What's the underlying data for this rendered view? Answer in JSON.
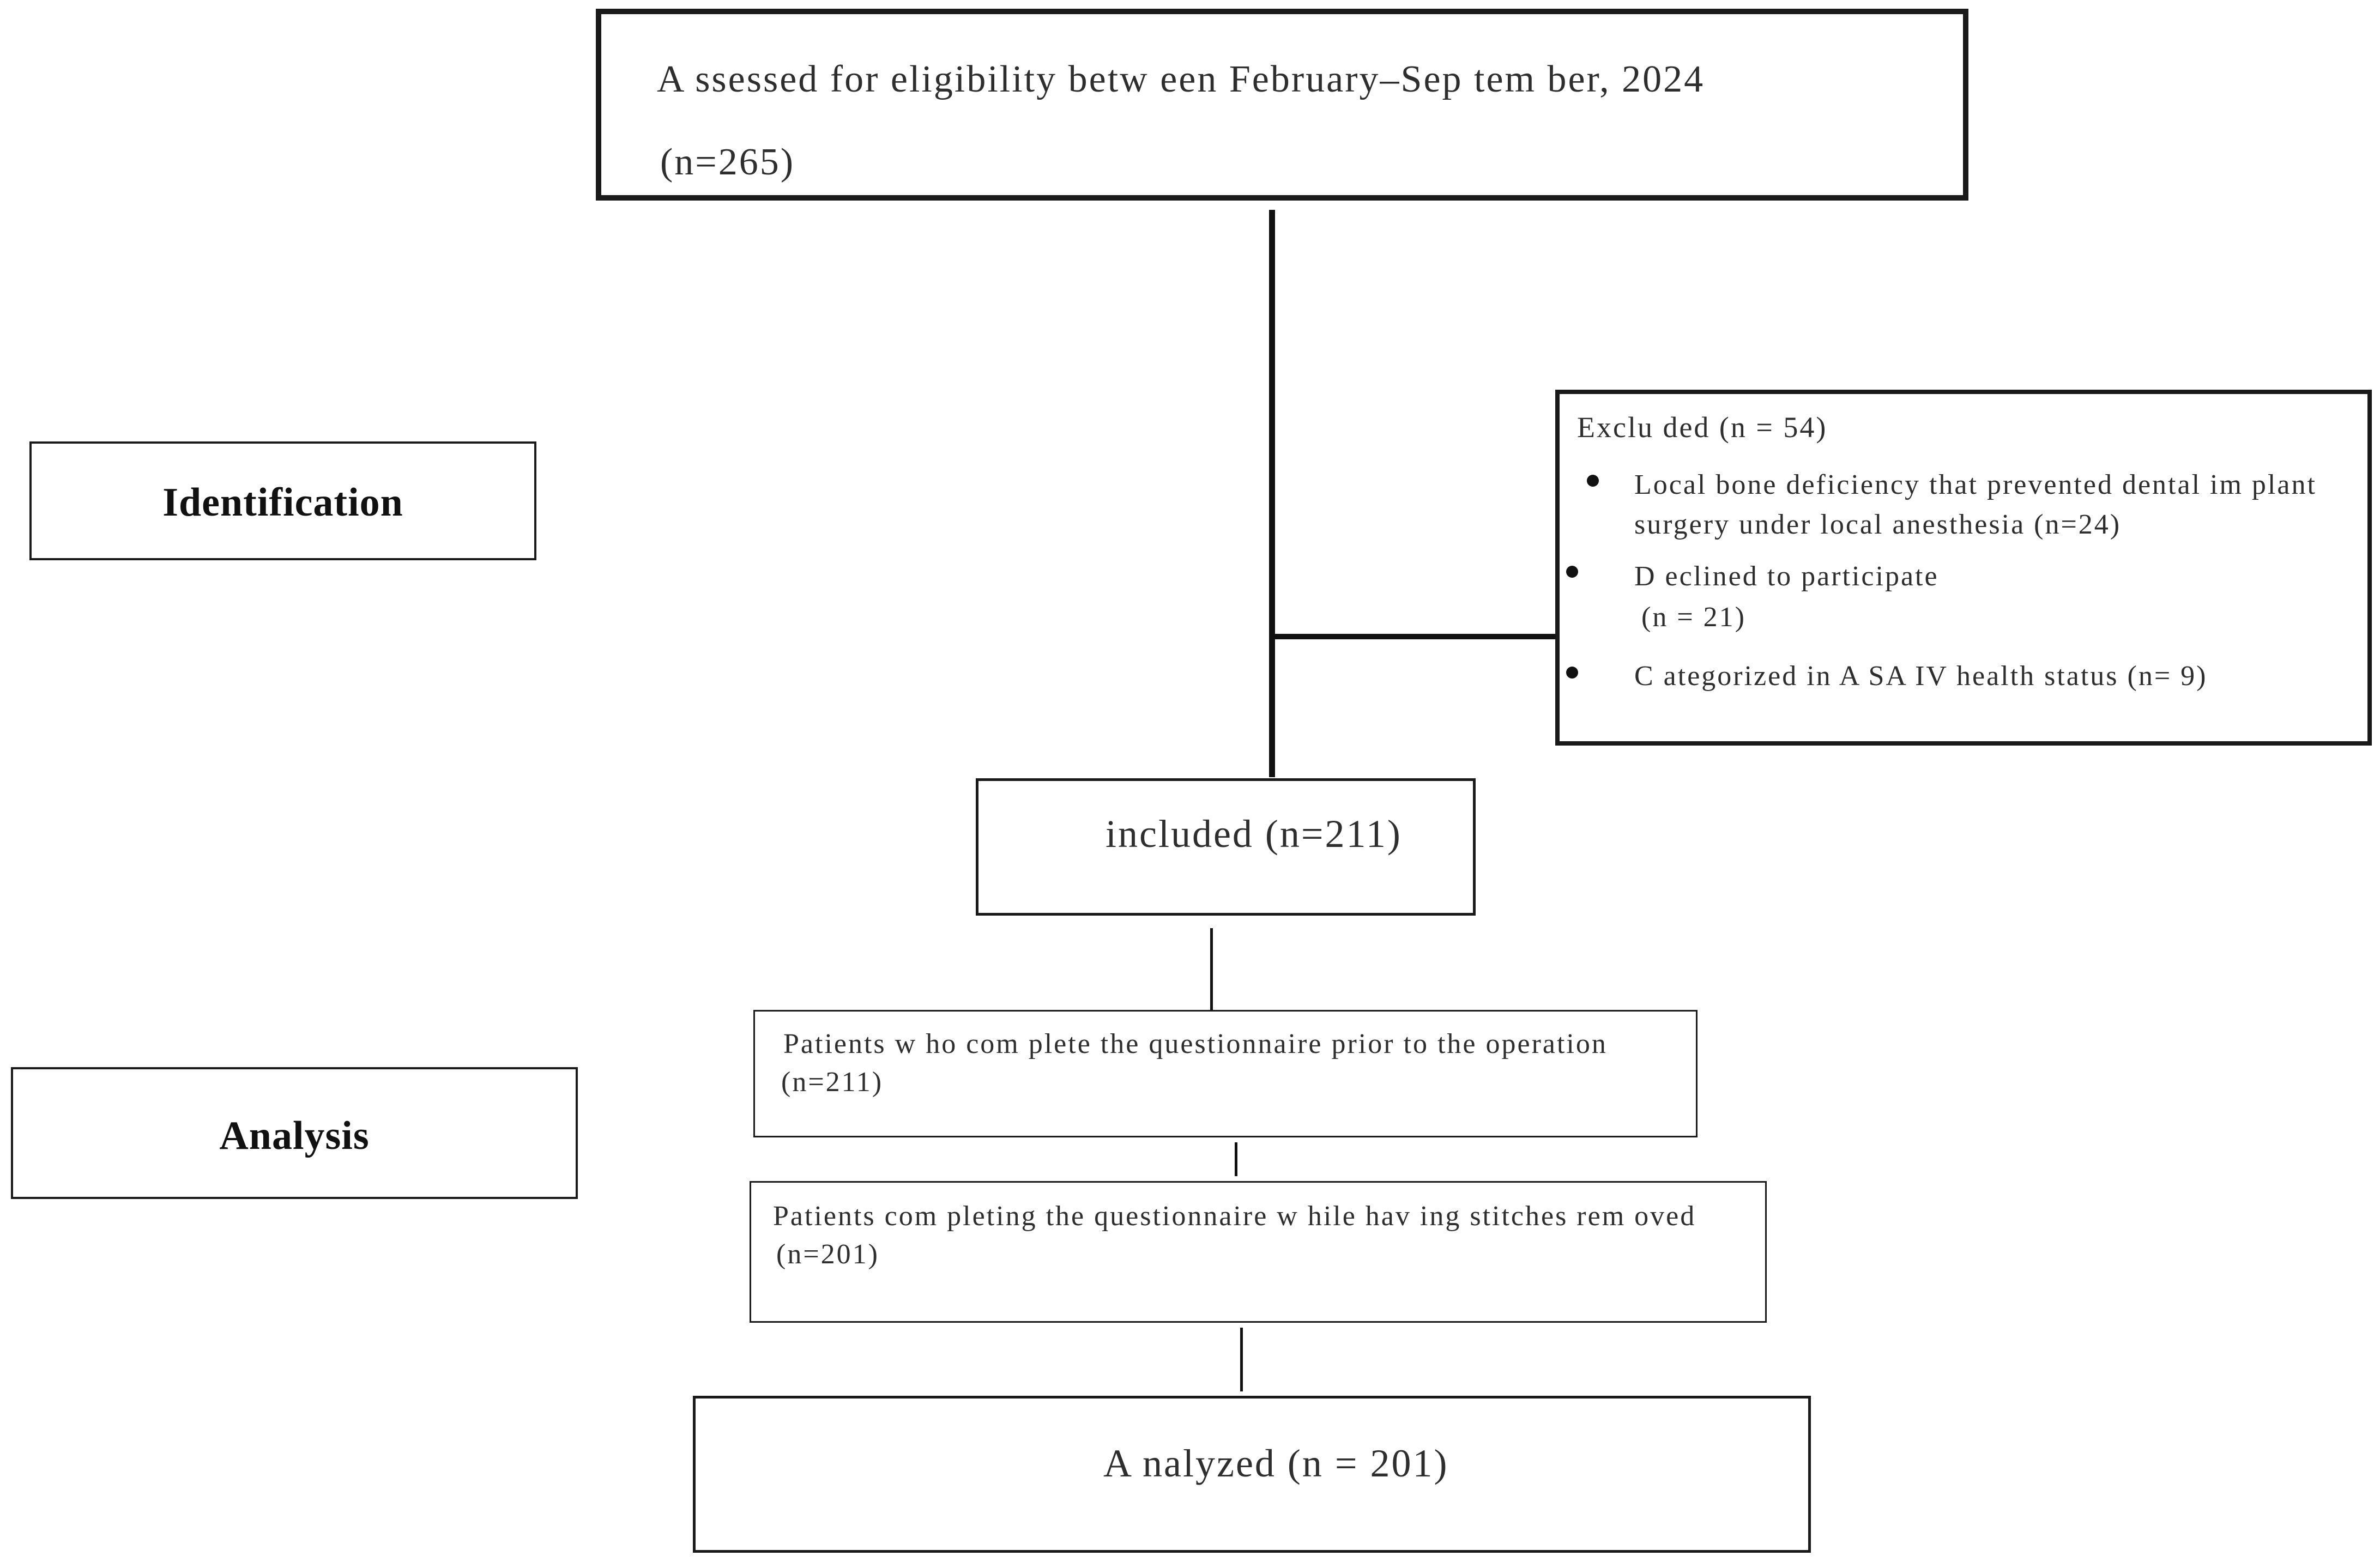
{
  "stages": {
    "identification": "Identification",
    "analysis": "Analysis"
  },
  "assessed": {
    "line1": "A ssessed  for eligibility  betw een  February–Sep tem ber, 2024",
    "line2": "(n=265)"
  },
  "excluded": {
    "title": "Exclu ded  (n = 54)",
    "items": [
      {
        "line1": "Local bone deficiency  that prevented dental im plant",
        "line2": "surgery  under local anesthesia  (n=24)"
      },
      {
        "line1": "D eclined   to   participate",
        "line2": "(n = 21)"
      },
      {
        "line1": "C ategorized  in A SA  IV  health  status  (n= 9)",
        "line2": ""
      }
    ]
  },
  "included": {
    "text": "included  (n=211)"
  },
  "pre_op": {
    "line1": "Patients w ho com plete the questionnaire prior to the operation",
    "line2": "(n=211)"
  },
  "stitches": {
    "line1": "Patients com pleting the questionnaire w hile hav ing stitches rem oved",
    "line2": "(n=201)"
  },
  "analyzed": {
    "text": "A nalyzed  (n  = 201)"
  }
}
